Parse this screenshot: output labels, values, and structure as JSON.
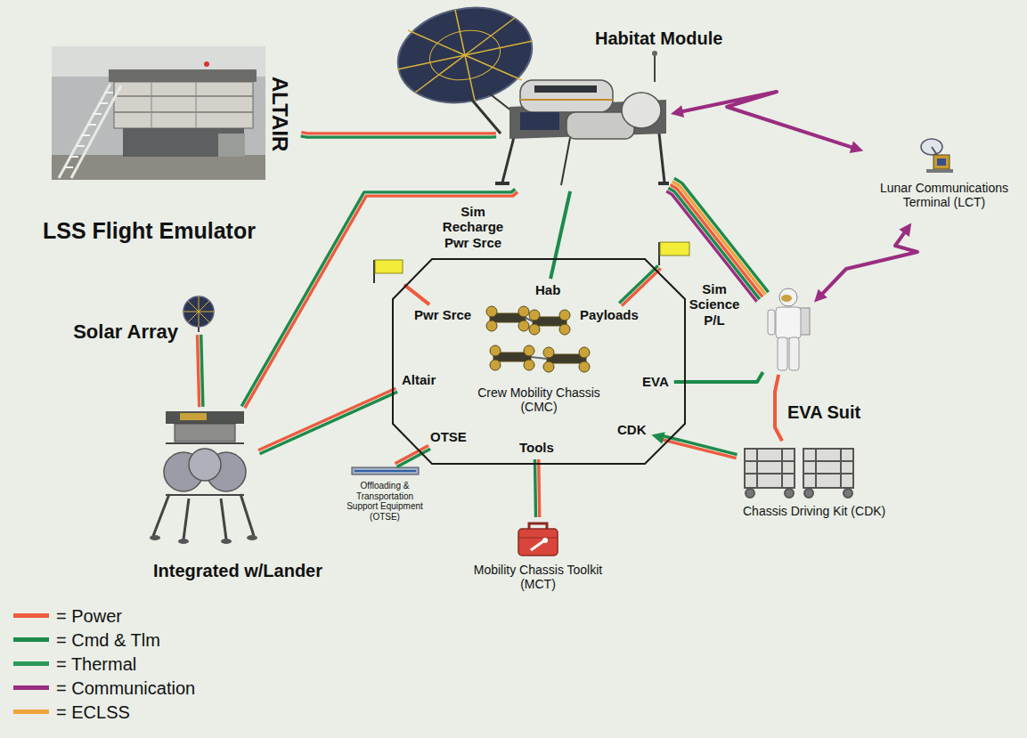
{
  "diagram": {
    "nodes": [
      {
        "text": [
          "ALTAIR"
        ]
      },
      {
        "text": [
          "Habitat Module"
        ]
      },
      {
        "text": [
          "Lunar Communications Terminal (LCT)"
        ]
      },
      {
        "text": [
          "Sim Recharge Pwr Srce"
        ]
      },
      {
        "text": [
          "Crew Mobility Chassis (CMC)"
        ]
      },
      {
        "text": [
          "Hab"
        ],
        "in": 4
      },
      {
        "text": [
          "Pwr Srce"
        ],
        "in": 4
      },
      {
        "text": [
          "Payloads"
        ],
        "in": 4
      },
      {
        "text": [
          "Altair"
        ],
        "in": 4
      },
      {
        "text": [
          "EVA"
        ],
        "in": 4
      },
      {
        "text": [
          "OTSE"
        ],
        "in": 4
      },
      {
        "text": [
          "Tools"
        ],
        "in": 4
      },
      {
        "text": [
          "CDK"
        ],
        "in": 4
      },
      {
        "text": [
          "Sim Science P/L"
        ]
      },
      {
        "text": [
          "Solar Array"
        ]
      },
      {
        "text": [
          "EVA Suit"
        ]
      },
      {
        "text": [
          "Integrated w/Lander"
        ]
      },
      {
        "text": [
          "Offloading & Transportation Support Equipment (OTSE)"
        ]
      },
      {
        "text": [
          "Chassis Driving Kit (CDK)"
        ]
      },
      {
        "text": [
          "Mobility Chassis Toolkit (MCT)"
        ]
      }
    ],
    "edges": [
      {
        "from": 0,
        "to": 1,
        "arrow": "none"
      },
      {
        "from": 1,
        "to": 16,
        "arrow": "none"
      },
      {
        "from": 1,
        "to": 5,
        "arrow": "none"
      },
      {
        "from": 1,
        "to": 15,
        "arrow": "none"
      },
      {
        "from": 1,
        "to": 2,
        "arrow": "both"
      },
      {
        "from": 2,
        "to": 15,
        "arrow": "both"
      },
      {
        "from": 14,
        "to": 16,
        "arrow": "none"
      },
      {
        "from": 16,
        "to": 8,
        "arrow": "none"
      },
      {
        "from": 3,
        "to": 6,
        "arrow": "none"
      },
      {
        "from": 13,
        "to": 7,
        "arrow": "none"
      },
      {
        "from": 15,
        "to": 9,
        "arrow": "none"
      },
      {
        "from": 15,
        "to": 18,
        "arrow": "none"
      },
      {
        "from": 18,
        "to": 12,
        "arrow": "to"
      },
      {
        "from": 17,
        "to": 10,
        "arrow": "none"
      },
      {
        "from": 19,
        "to": 11,
        "arrow": "none"
      }
    ],
    "labels": [
      "LSS Flight Emulator"
    ],
    "legend": [
      {
        "text": "= Power",
        "color": "#ee5b3e"
      },
      {
        "text": "= Cmd & Tlm",
        "color": "#1d8a4b"
      },
      {
        "text": "= Thermal",
        "color": "#2a9a58"
      },
      {
        "text": "= Communication",
        "color": "#9a2d80"
      },
      {
        "text": "= ECLSS",
        "color": "#f1a33c"
      }
    ]
  }
}
